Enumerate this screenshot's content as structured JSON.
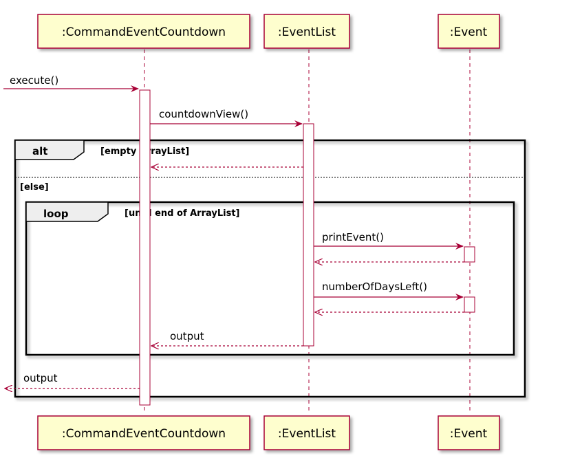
{
  "participants": [
    {
      "id": "cec",
      "label": ":CommandEventCountdown"
    },
    {
      "id": "el",
      "label": ":EventList"
    },
    {
      "id": "ev",
      "label": ":Event"
    }
  ],
  "messages": {
    "execute": "execute()",
    "countdown_view": "countdownView()",
    "print_event": "printEvent()",
    "number_of_days_left": "numberOfDaysLeft()",
    "output_inner": "output",
    "output_outer": "output"
  },
  "fragments": {
    "alt": {
      "keyword": "alt",
      "guard": "[empty ArrayList]",
      "else_guard": "[else]"
    },
    "loop": {
      "keyword": "loop",
      "guard": "[until end of ArrayList]"
    }
  },
  "colors": {
    "participant_fill": "#FEFECE",
    "participant_border": "#A80036",
    "arrow": "#A80036",
    "frame": "#000000",
    "frame_tab": "#EEEEEE"
  }
}
